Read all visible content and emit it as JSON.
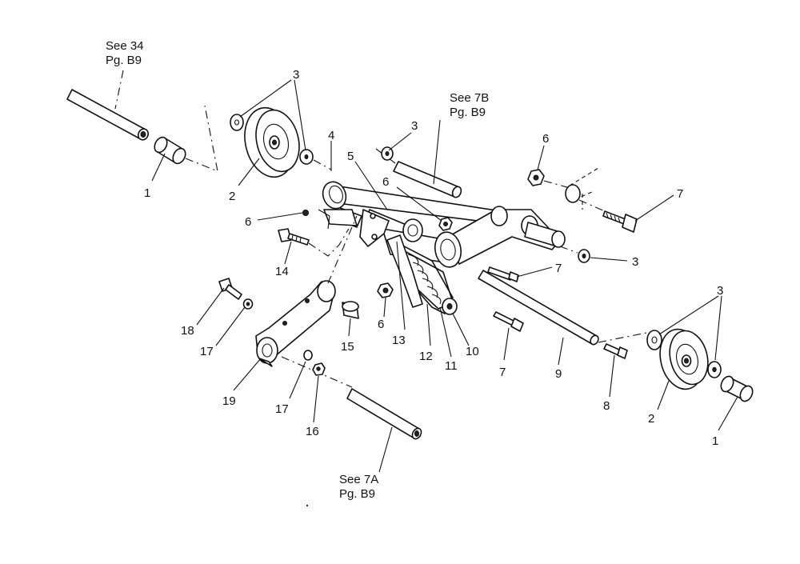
{
  "callouts": {
    "c1a": "1",
    "c1b": "1",
    "c2a": "2",
    "c2b": "2",
    "c3a": "3",
    "c3b": "3",
    "c3c": "3",
    "c3d": "3",
    "c4": "4",
    "c5": "5",
    "c6a": "6",
    "c6b": "6",
    "c6c": "6",
    "c6d": "6",
    "c7a": "7",
    "c7b": "7",
    "c7c": "7",
    "c8": "8",
    "c9": "9",
    "c10": "10",
    "c11": "11",
    "c12": "12",
    "c13": "13",
    "c14": "14",
    "c15": "15",
    "c16": "16",
    "c17a": "17",
    "c17b": "17",
    "c18": "18",
    "c19": "19"
  },
  "references": {
    "ref_34": {
      "line1": "See 34",
      "line2": "Pg. B9"
    },
    "ref_7b": {
      "line1": "See 7B",
      "line2": "Pg. B9"
    },
    "ref_7a": {
      "line1": "See 7A",
      "line2": "Pg. B9"
    }
  }
}
